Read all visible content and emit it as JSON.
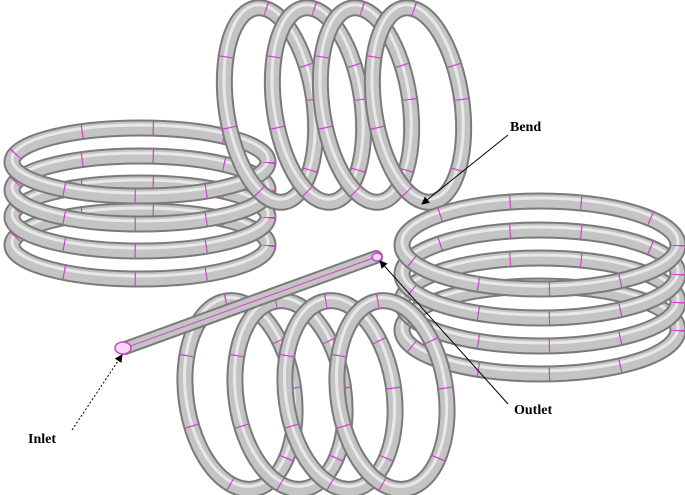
{
  "labels": {
    "bend": "Bend",
    "outlet": "Outlet",
    "inlet": "Inlet"
  },
  "colors": {
    "tube": "#c4c4c4",
    "tube_outline": "#7a7a7a",
    "mesh_lines": "#d040d0"
  }
}
